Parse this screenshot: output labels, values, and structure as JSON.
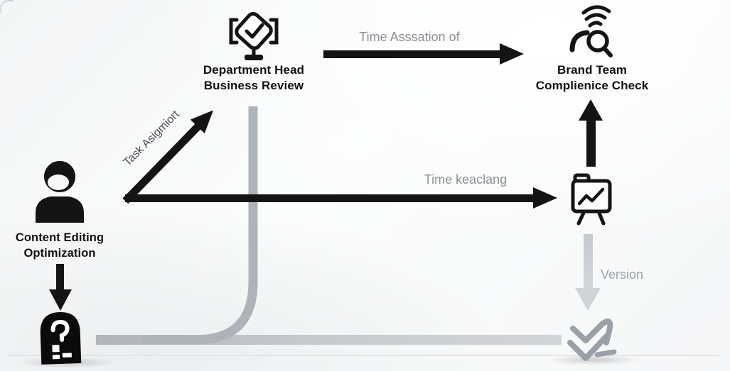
{
  "diagram": {
    "nodes": {
      "department_head": {
        "line1": "Department Head",
        "line2": "Business Review",
        "icon": "approval-stamp-icon"
      },
      "brand_team": {
        "line1": "Brand Team",
        "line2": "Complienice Check",
        "icon": "scan-search-icon"
      },
      "content_editing": {
        "line1": "Content Editing",
        "line2": "Optimization",
        "icon": "person-icon"
      },
      "review_board": {
        "icon": "chart-folder-icon"
      },
      "question_block": {
        "icon": "question-mark-block-icon"
      },
      "version_merge": {
        "icon": "double-check-merge-icon"
      }
    },
    "edge_labels": {
      "top": "Time Asssation of",
      "diagonal": "Task Asigmiort",
      "middle": "Time keaclang",
      "version": "Version"
    },
    "colors": {
      "ink": "#141414",
      "label_gray": "#8b8f94",
      "task_label_gray": "#4a4c50",
      "light_arrow_gray": "#d0d3d7",
      "track_gray": "#aeb3ba",
      "version_text_gray": "#9ba1a8"
    }
  }
}
